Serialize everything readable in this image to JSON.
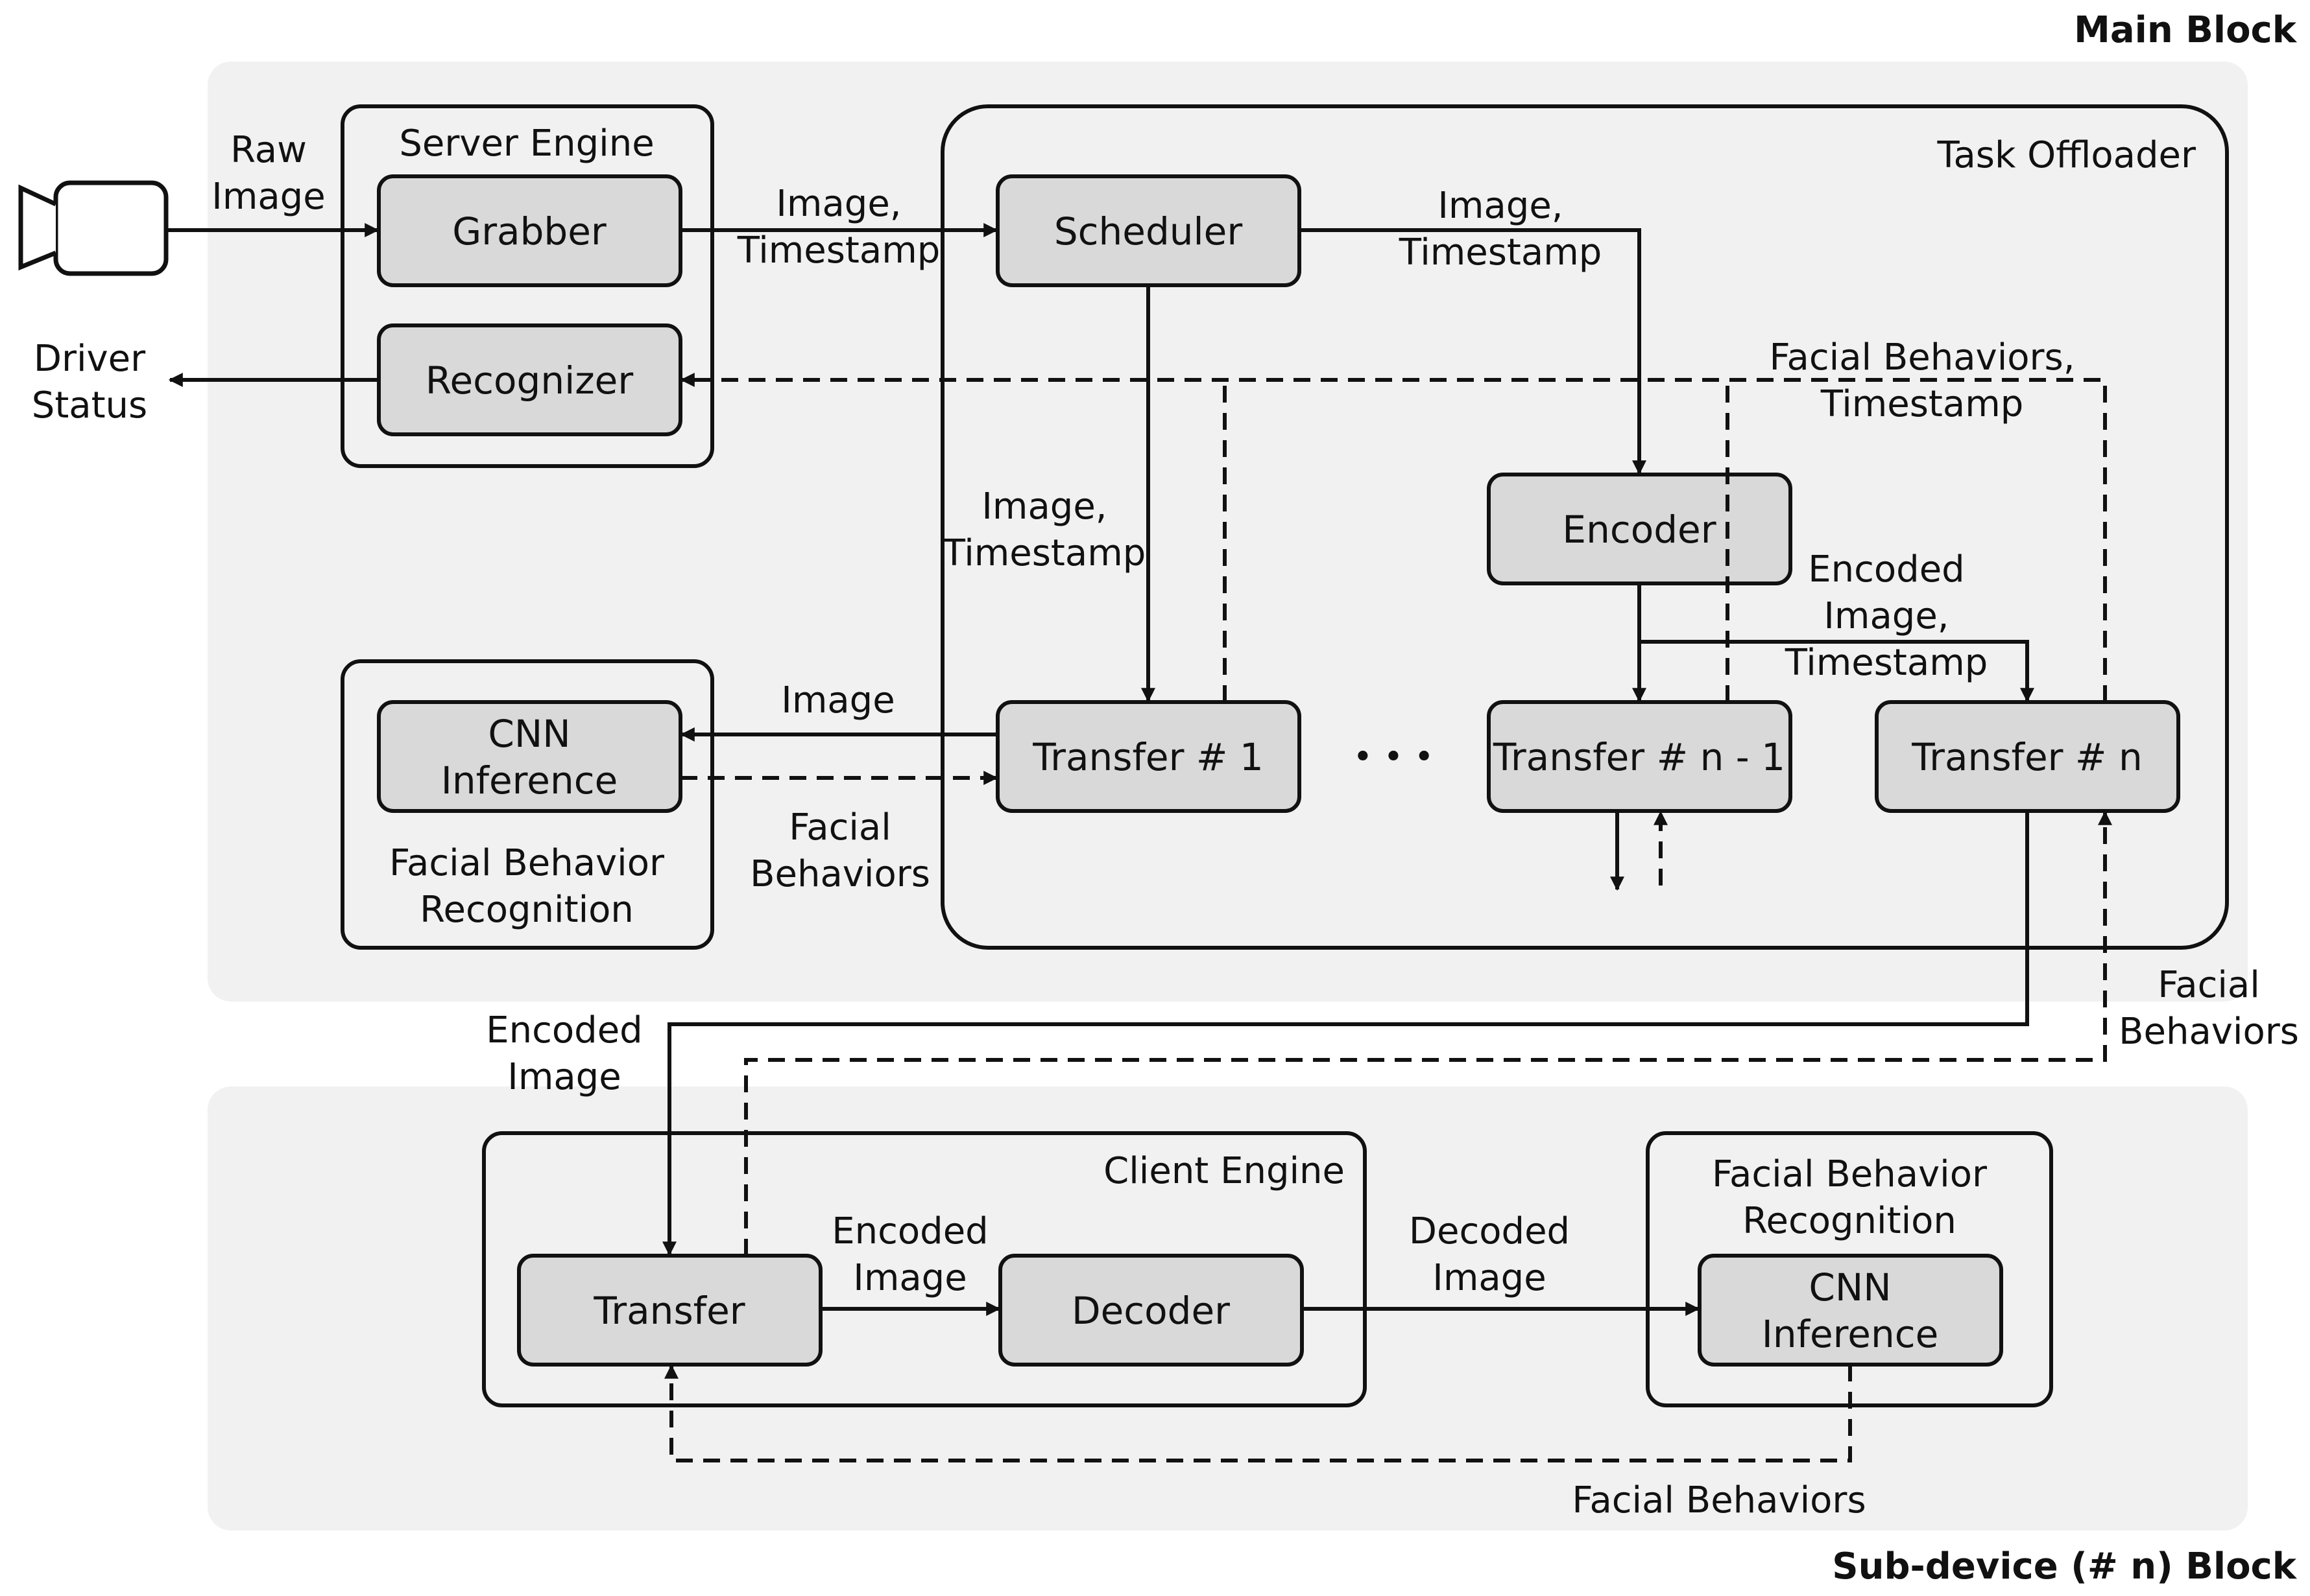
{
  "blocks": {
    "main": "Main Block",
    "sub": "Sub-device (# n) Block"
  },
  "containers": {
    "server_engine": "Server Engine",
    "task_offloader": "Task Offloader",
    "facial_behavior_recognition_main": [
      "Facial Behavior",
      "Recognition"
    ],
    "client_engine": "Client Engine",
    "facial_behavior_recognition_sub": [
      "Facial Behavior",
      "Recognition"
    ]
  },
  "nodes": {
    "grabber": "Grabber",
    "recognizer": "Recognizer",
    "scheduler": "Scheduler",
    "encoder": "Encoder",
    "cnn_main": [
      "CNN",
      "Inference"
    ],
    "transfer_1": "Transfer # 1",
    "transfer_n_1": "Transfer # n - 1",
    "transfer_n": "Transfer # n",
    "ellipsis": "• • •",
    "transfer_sub": "Transfer",
    "decoder": "Decoder",
    "cnn_sub": [
      "CNN",
      "Inference"
    ]
  },
  "edge_labels": {
    "raw_image": [
      "Raw",
      "Image"
    ],
    "driver_status": [
      "Driver",
      "Status"
    ],
    "grabber_scheduler": [
      "Image,",
      "Timestamp"
    ],
    "scheduler_encoder": [
      "Image,",
      "Timestamp"
    ],
    "facial_behaviors_timestamp": [
      "Facial Behaviors,",
      "Timestamp"
    ],
    "scheduler_transfer1": [
      "Image,",
      "Timestamp"
    ],
    "encoder_transfer": [
      "Encoded",
      "Image,",
      "Timestamp"
    ],
    "image": "Image",
    "facial_behaviors_main": [
      "Facial",
      "Behaviors"
    ],
    "encoded_image_down": [
      "Encoded",
      "Image"
    ],
    "facial_behaviors_up": [
      "Facial",
      "Behaviors"
    ],
    "transfer_decoder": [
      "Encoded",
      "Image"
    ],
    "decoded_image": [
      "Decoded",
      "Image"
    ],
    "facial_behaviors_bottom": "Facial Behaviors"
  },
  "colors": {
    "block_fill": "#f1f1f1",
    "node_fill": "#d9d9d9",
    "stroke": "#111111"
  }
}
